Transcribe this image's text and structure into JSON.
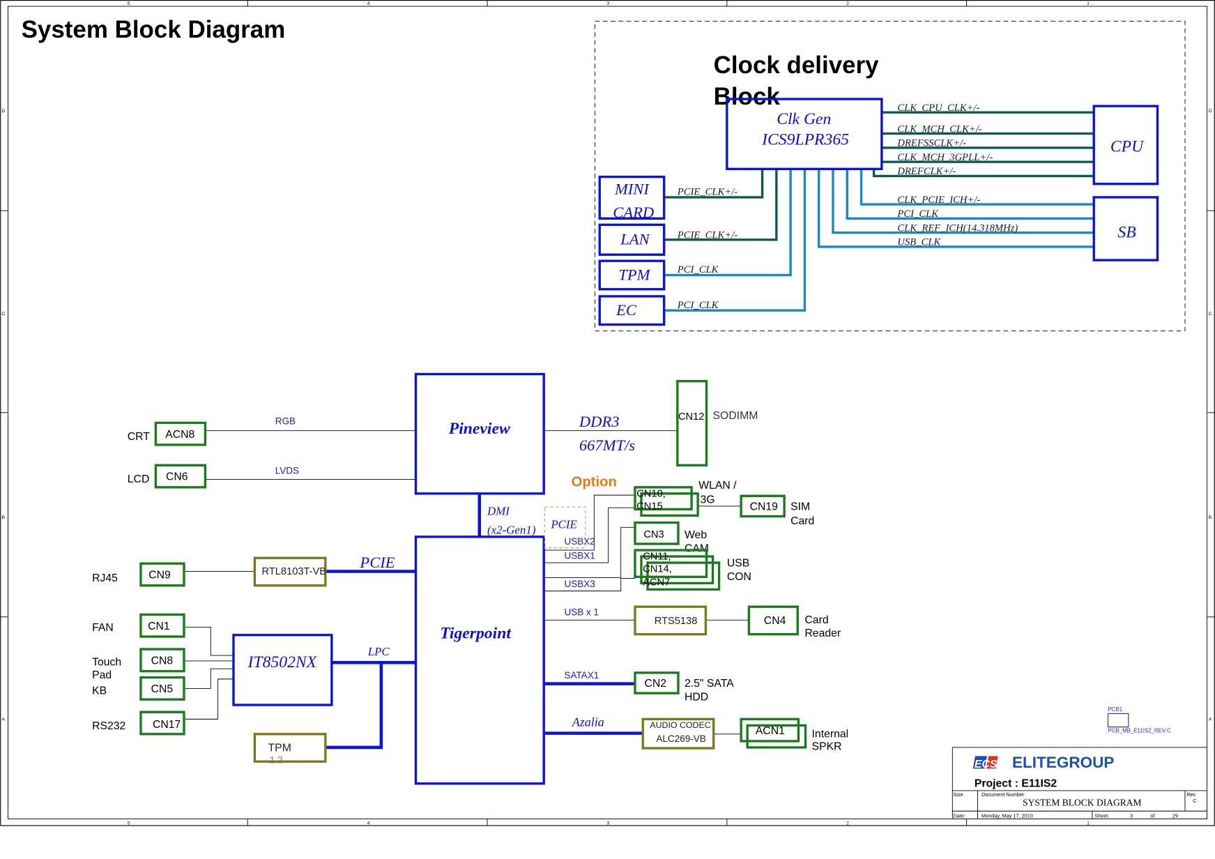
{
  "page_title": "System Block Diagram",
  "clock_block": {
    "title_line1": "Clock delivery",
    "title_line2": "Block",
    "clkgen_line1": "Clk Gen",
    "clkgen_line2": "ICS9LPR365",
    "cpu": "CPU",
    "sb": "SB",
    "mini_card_1": "MINI",
    "mini_card_2": "CARD",
    "lan": "LAN",
    "tpm": "TPM",
    "ec": "EC",
    "signals": {
      "cpu_clk": "CLK_CPU_CLK+/-",
      "mch_clk": "CLK_MCH_CLK+/-",
      "dressclk": "DREFSSCLK+/-",
      "mch_3gpll": "CLK_MCH_3GPLL+/-",
      "drefclk": "DREFCLK+/-",
      "pcie_ich": "CLK_PCIE_ICH+/-",
      "pci_clk_sb": "PCI_CLK",
      "ref_ich": "CLK_REF_ICH(14.318MHz)",
      "usb_clk": "USB_CLK",
      "pcie_mini": "PCIE_CLK+/-",
      "pcie_lan": "PCIE_CLK+/-",
      "pci_tpm": "PCI_CLK",
      "pci_ec": "PCI_CLK"
    }
  },
  "main": {
    "pineview": "Pineview",
    "tigerpoint": "Tigerpoint",
    "ddr3": "DDR3",
    "ddr3_speed": "667MT/s",
    "dmi": "DMI",
    "dmi_gen": "(x2-Gen1)",
    "pcie_opt": "PCIE",
    "option": "Option",
    "it8502": "IT8502NX",
    "lpc": "LPC",
    "pcie_lan": "PCIE",
    "azalia": "Azalia",
    "rgb": "RGB",
    "lvds": "LVDS",
    "usbx2": "USBX2",
    "usbx1": "USBX1",
    "usbx3": "USBX3",
    "usbx1b": "USB x 1",
    "satax1": "SATAX1"
  },
  "connectors": {
    "crt": "CRT",
    "acn8": "ACN8",
    "lcd": "LCD",
    "cn6": "CN6",
    "cn12": "CN12",
    "sodimm": "SODIMM",
    "cn10_1": "CN10,",
    "cn10_2": "CN15",
    "wlan_1": "WLAN /",
    "wlan_2": "3G",
    "cn19": "CN19",
    "sim_1": "SIM",
    "sim_2": "Card",
    "cn3": "CN3",
    "web_1": "Web",
    "web_2": "CAM",
    "cn11_1": "CN11,",
    "cn11_2": "CN14,",
    "cn11_3": "ACN7",
    "usbcon_1": "USB",
    "usbcon_2": "CON",
    "rts5138": "RTS5138",
    "cn4": "CN4",
    "cardr_1": "Card",
    "cardr_2": "Reader",
    "cn2": "CN2",
    "sata_1": "2.5\" SATA",
    "sata_2": "HDD",
    "codec_1": "AUDIO CODEC",
    "codec_2": "ALC269-VB",
    "acn1": "ACN1",
    "spkr_1": "Internal",
    "spkr_2": "SPKR",
    "rj45": "RJ45",
    "cn9": "CN9",
    "rtl": "RTL8103T-VB",
    "fan": "FAN",
    "cn1": "CN1",
    "touch_1": "Touch",
    "touch_2": "Pad",
    "cn8": "CN8",
    "kb": "KB",
    "cn5": "CN5",
    "rs232": "RS232",
    "cn17": "CN17",
    "tpm_1": "TPM",
    "tpm_2": "1.2"
  },
  "title_block": {
    "company": "ELITEGROUP",
    "logo": "ECS",
    "project": "Project : E11IS2",
    "size_label": "Size",
    "docnum_label": "Document Number",
    "doc_title": "SYSTEM BLOCK DIAGRAM",
    "rev_label": "Rev",
    "rev_value": "C",
    "date_label": "Date:",
    "date_value": "Monday, May 17, 2010",
    "sheet_label": "Sheet",
    "sheet_value": "3",
    "of_label": "of",
    "of_value": "29",
    "pcb_ref": "PCB1",
    "pcb_name": "PCB_MB_E11IS2_REV:C"
  },
  "frame": {
    "cols": [
      "5",
      "4",
      "3",
      "2",
      "1"
    ],
    "rows": [
      "D",
      "C",
      "B",
      "A"
    ]
  }
}
